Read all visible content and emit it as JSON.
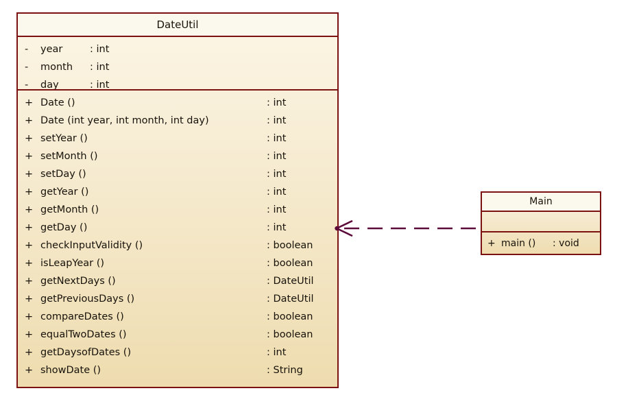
{
  "diagram": {
    "type": "uml-class-diagram",
    "background_color": "#ffffff",
    "border_color": "#7B1111",
    "fill_color": "#F2E3BE",
    "title_fill_color": "#FBF8EE",
    "connector_color": "#5C0A3A"
  },
  "classes": [
    {
      "name": "DateUtil",
      "attributes": [
        {
          "visibility": "-",
          "name": "year",
          "type": ": int"
        },
        {
          "visibility": "-",
          "name": "month",
          "type": ": int"
        },
        {
          "visibility": "-",
          "name": "day",
          "type": ": int"
        }
      ],
      "operations": [
        {
          "visibility": "+",
          "name": "Date ()",
          "type": ": int"
        },
        {
          "visibility": "+",
          "name": "Date (int year, int month, int day)",
          "type": ": int"
        },
        {
          "visibility": "+",
          "name": "setYear ()",
          "type": ": int"
        },
        {
          "visibility": "+",
          "name": "setMonth ()",
          "type": ": int"
        },
        {
          "visibility": "+",
          "name": "setDay ()",
          "type": ": int"
        },
        {
          "visibility": "+",
          "name": "getYear ()",
          "type": ": int"
        },
        {
          "visibility": "+",
          "name": "getMonth ()",
          "type": ": int"
        },
        {
          "visibility": "+",
          "name": "getDay ()",
          "type": ": int"
        },
        {
          "visibility": "+",
          "name": "checkInputValidity ()",
          "type": ": boolean"
        },
        {
          "visibility": "+",
          "name": "isLeapYear ()",
          "type": ": boolean"
        },
        {
          "visibility": "+",
          "name": "getNextDays ()",
          "type": ": DateUtil"
        },
        {
          "visibility": "+",
          "name": "getPreviousDays ()",
          "type": ": DateUtil"
        },
        {
          "visibility": "+",
          "name": "compareDates ()",
          "type": ": boolean"
        },
        {
          "visibility": "+",
          "name": "equalTwoDates ()",
          "type": ": boolean"
        },
        {
          "visibility": "+",
          "name": "getDaysofDates ()",
          "type": ": int"
        },
        {
          "visibility": "+",
          "name": "showDate ()",
          "type": ": String"
        }
      ]
    },
    {
      "name": "Main",
      "attributes": [],
      "operations": [
        {
          "visibility": "+",
          "name": "main ()",
          "type": ": void"
        }
      ]
    }
  ],
  "relationships": [
    {
      "kind": "dependency",
      "line_style": "dashed",
      "arrow_head": "open",
      "source": "Main",
      "target": "DateUtil",
      "label": ""
    }
  ]
}
